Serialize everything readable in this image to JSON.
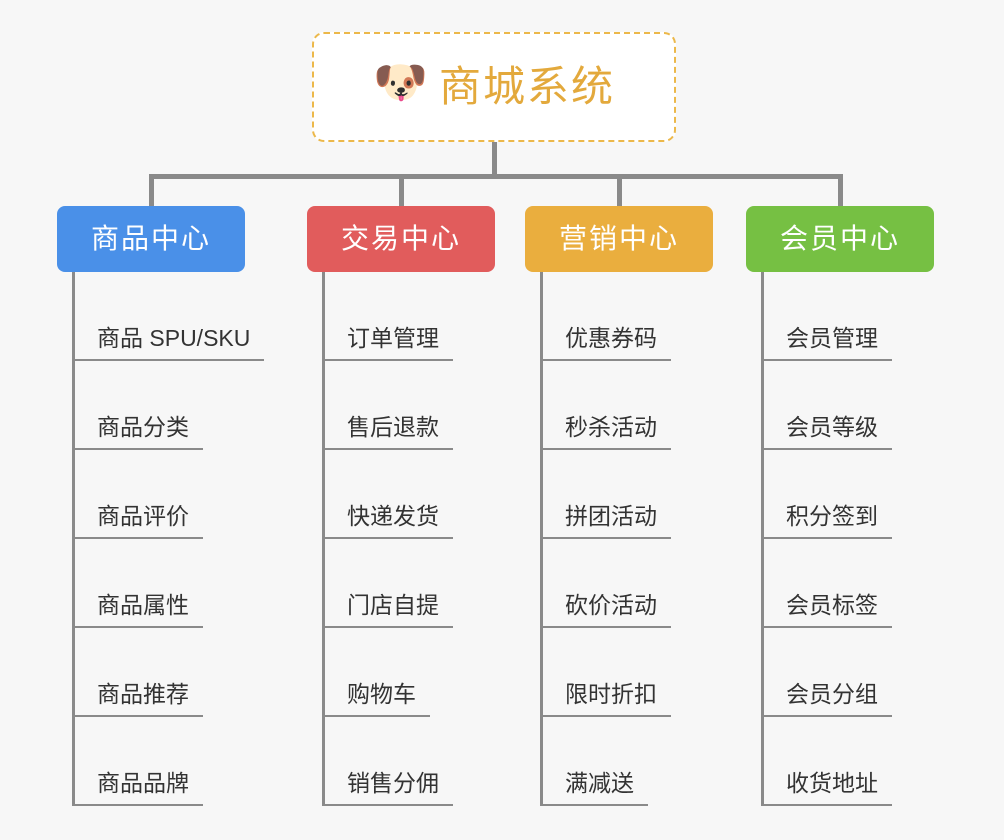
{
  "page": {
    "background_color": "#f7f7f7",
    "type": "mind-map / org-chart"
  },
  "root": {
    "icon": "dog-face-emoji",
    "icon_glyph": "🐶",
    "title": "商城系统",
    "title_color": "#e3a93c",
    "border_color": "#ecb84a",
    "border_style": "dashed",
    "background_color": "#ffffff"
  },
  "connector": {
    "color": "#8a8a8a"
  },
  "columns": [
    {
      "id": "product-center",
      "header": "商品中心",
      "color": "#4a90e8",
      "items": [
        "商品 SPU/SKU",
        "商品分类",
        "商品评价",
        "商品属性",
        "商品推荐",
        "商品品牌"
      ]
    },
    {
      "id": "trade-center",
      "header": "交易中心",
      "color": "#e15c5c",
      "items": [
        "订单管理",
        "售后退款",
        "快递发货",
        "门店自提",
        "购物车",
        "销售分佣"
      ]
    },
    {
      "id": "marketing-center",
      "header": "营销中心",
      "color": "#eaae3e",
      "items": [
        "优惠券码",
        "秒杀活动",
        "拼团活动",
        "砍价活动",
        "限时折扣",
        "满减送"
      ]
    },
    {
      "id": "member-center",
      "header": "会员中心",
      "color": "#76c043",
      "items": [
        "会员管理",
        "会员等级",
        "积分签到",
        "会员标签",
        "会员分组",
        "收货地址"
      ]
    }
  ]
}
